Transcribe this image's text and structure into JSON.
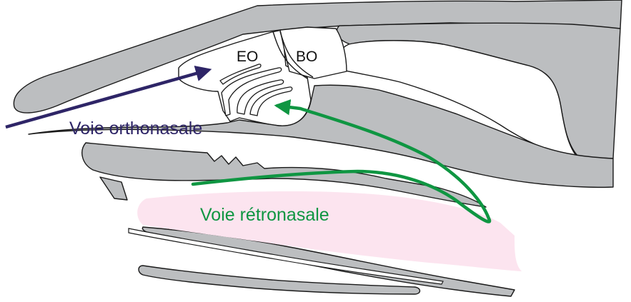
{
  "labels": {
    "eo": "EO",
    "bo": "BO",
    "orthonasal": "Voie orthonasale",
    "retronasal": "Voie rétronasale"
  },
  "colors": {
    "tissue_gray": "#bcbec0",
    "outline": "#1a1a1a",
    "mouth_pink": "#fce4ef",
    "orthonasal_arrow": "#2e2567",
    "retronasal_arrow": "#0f9642"
  }
}
